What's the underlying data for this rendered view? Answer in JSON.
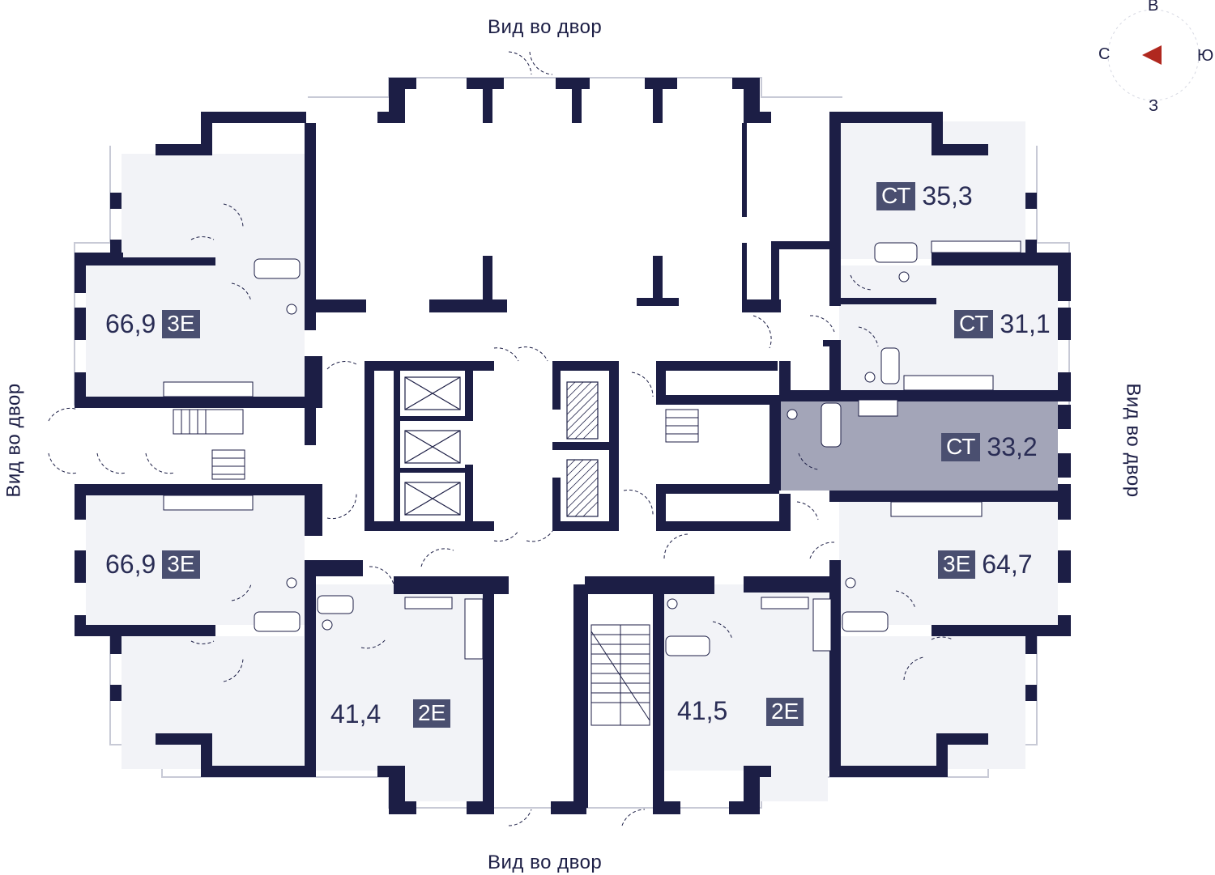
{
  "views": {
    "top": "Вид во двор",
    "bottom": "Вид во двор",
    "left": "Вид во двор",
    "right": "Вид во двор"
  },
  "compass": {
    "north": "С",
    "south": "Ю",
    "east": "В",
    "west": "З",
    "arrow_color": "#b0281f"
  },
  "apartments": [
    {
      "id": "a1",
      "area": "35,3",
      "type": "СТ",
      "selected": false
    },
    {
      "id": "a2",
      "area": "31,1",
      "type": "СТ",
      "selected": false
    },
    {
      "id": "a3",
      "area": "33,2",
      "type": "СТ",
      "selected": true
    },
    {
      "id": "a4",
      "area": "64,7",
      "type": "3Е",
      "selected": false
    },
    {
      "id": "a5",
      "area": "66,9",
      "type": "3Е",
      "selected": false
    },
    {
      "id": "a6",
      "area": "66,9",
      "type": "3Е",
      "selected": false
    },
    {
      "id": "a7",
      "area": "41,4",
      "type": "2Е",
      "selected": false
    },
    {
      "id": "a8",
      "area": "41,5",
      "type": "2Е",
      "selected": false
    }
  ],
  "colors": {
    "wall": "#1c1e45",
    "room_fill": "#f2f3f7",
    "selected_fill": "#a3a5b8",
    "badge": "#4a4f70"
  }
}
